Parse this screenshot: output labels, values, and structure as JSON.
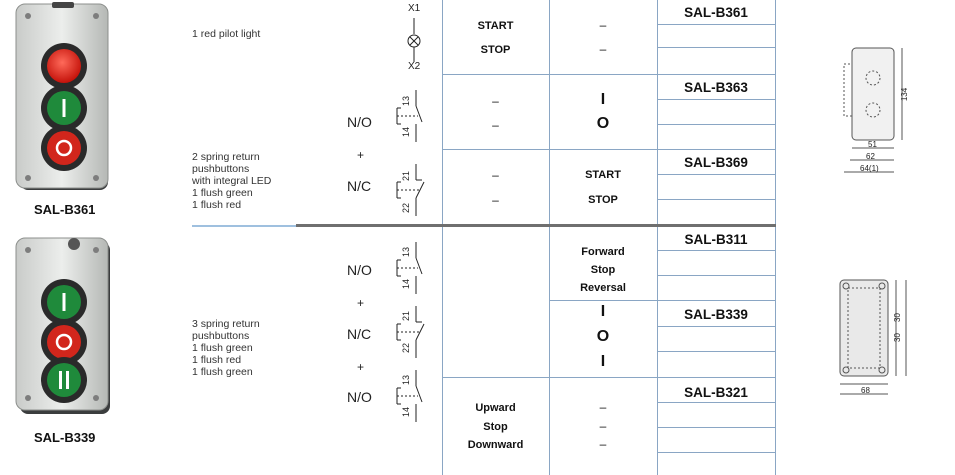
{
  "products": [
    {
      "model": "SAL-B361"
    },
    {
      "model": "SAL-B339"
    }
  ],
  "descriptions": {
    "d1": [
      "1 red pilot light"
    ],
    "d2": [
      "2 spring return",
      "pushbuttons",
      "with integral LED",
      "1 flush green",
      "1 flush red"
    ],
    "d3": [
      "3 spring return",
      "pushbuttons",
      "1 flush green",
      "1 flush red",
      "1 flush green"
    ]
  },
  "wiring": {
    "lamp_top": "X1",
    "lamp_bottom": "X2",
    "no": "N/O",
    "nc": "N/C",
    "plus": "+",
    "t13": "13",
    "t14": "14",
    "t21": "21",
    "t22": "22"
  },
  "col3": {
    "start": "START",
    "stop": "STOP",
    "upward": "Upward",
    "stop2": "Stop",
    "downward": "Downward",
    "dash": "–"
  },
  "col4": {
    "forward": "Forward",
    "stop": "Stop",
    "reversal": "Reversal",
    "start": "START",
    "stop_caps": "STOP",
    "on": "I",
    "off": "O",
    "dash": "–"
  },
  "codes": [
    "SAL-B361",
    "SAL-B363",
    "SAL-B369",
    "SAL-B311",
    "SAL-B339",
    "SAL-B321"
  ],
  "dimensions": {
    "d134": "134",
    "d51": "51",
    "d62": "62",
    "d64": "64(1)",
    "d30a": "30",
    "d30b": "30",
    "d68": "68",
    "eq": "="
  }
}
